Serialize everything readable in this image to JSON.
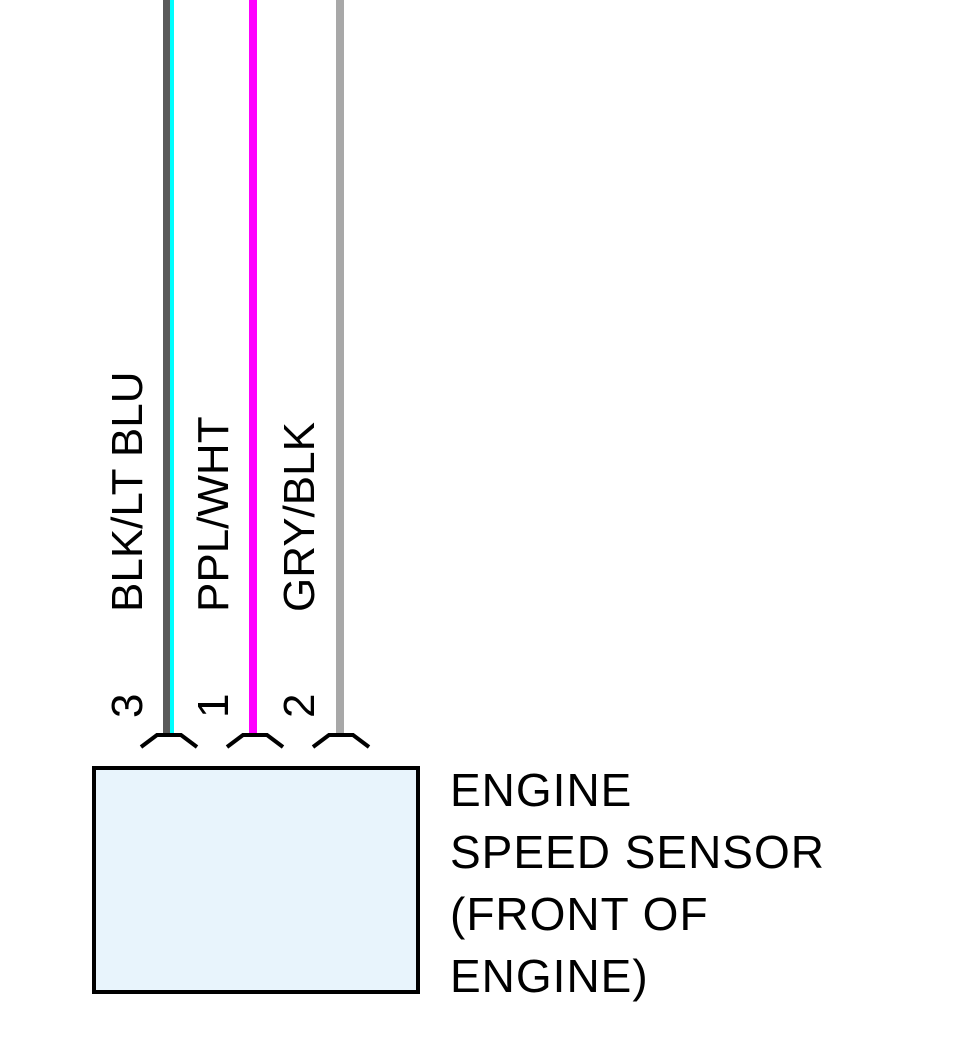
{
  "component": {
    "name_lines": [
      "ENGINE",
      "SPEED SENSOR",
      "(FRONT OF",
      "ENGINE)"
    ],
    "fill_color": "#e8f4fc",
    "stroke_color": "#000000"
  },
  "wires": [
    {
      "pin": "3",
      "label": "BLK/LT BLU",
      "primary_color": "#5a5a5a",
      "stripe_color": "#00ffff"
    },
    {
      "pin": "1",
      "label": "PPL/WHT",
      "primary_color": "#ff00ff",
      "stripe_color": "#ffffff"
    },
    {
      "pin": "2",
      "label": "GRY/BLK",
      "primary_color": "#a8a8a8",
      "stripe_color": "#555555"
    }
  ]
}
